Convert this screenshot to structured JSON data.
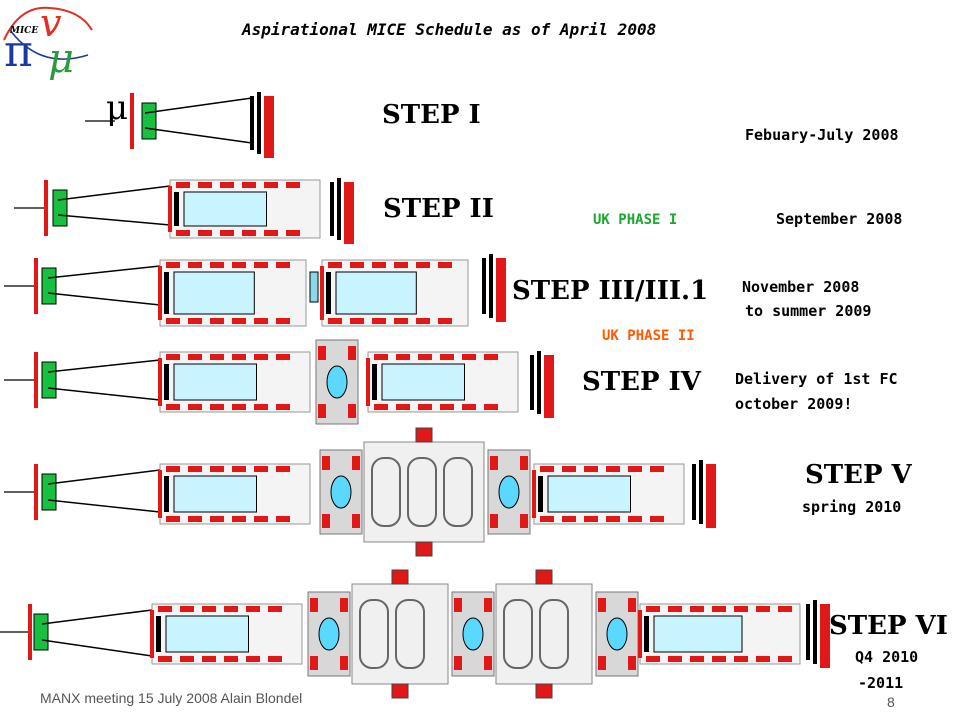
{
  "title": "Aspirational MICE Schedule as of April 2008",
  "logo": {
    "label": "MICE",
    "icon": "mice-logo-icon",
    "colors": [
      "#e03020",
      "#1a3aa0",
      "#2a9a3a"
    ]
  },
  "muon_symbol": "μ",
  "steps": [
    {
      "label": "STEP I"
    },
    {
      "label": "STEP II"
    },
    {
      "label": "STEP III/III.1"
    },
    {
      "label": "STEP IV"
    },
    {
      "label": "STEP V"
    },
    {
      "label": "STEP VI"
    }
  ],
  "dates": {
    "step1": "Febuary-July 2008",
    "step2": "September 2008",
    "step3_line1": "November 2008",
    "step3_line2": "to summer 2009",
    "step4_line1": "Delivery of 1st FC",
    "step4_line2": "october 2009!",
    "step5": "spring 2010",
    "step6_line1": "Q4 2010",
    "step6_line2": "-2011"
  },
  "phases": {
    "phase1": {
      "label": "UK PHASE I",
      "color": "#1aa830"
    },
    "phase2": {
      "label": "UK PHASE II",
      "color": "#ff5a00"
    }
  },
  "footer": "MANX meeting 15 July 2008 Alain Blondel",
  "page_number": "8",
  "colors": {
    "absorber_red": "#e01818",
    "detector_green": "#18c040",
    "tracker_cyan": "#c8f4ff",
    "frame_gray": "#b0b0b0"
  }
}
